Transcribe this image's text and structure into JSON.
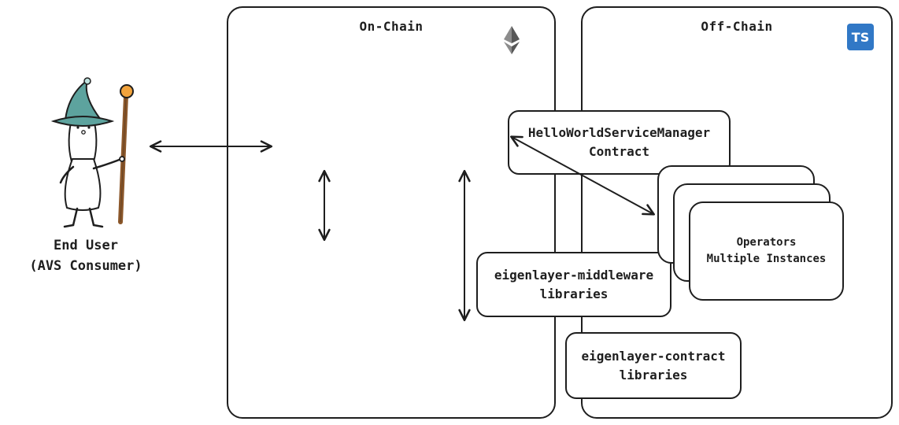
{
  "diagram": {
    "on_chain": {
      "title": "On-Chain"
    },
    "off_chain": {
      "title": "Off-Chain",
      "ts_badge": "TS"
    },
    "nodes": {
      "service_manager": {
        "label": "HelloWorldServiceManager\nContract"
      },
      "middleware": {
        "label": "eigenlayer-middleware\nlibraries"
      },
      "contracts": {
        "label": "eigenlayer-contract\nlibraries"
      },
      "operators": {
        "label": "Operators\nMultiple Instances"
      },
      "end_user": {
        "label": "End User\n(AVS Consumer)"
      }
    },
    "colors": {
      "stroke": "#1e1e1e",
      "typescript_blue": "#3178c6",
      "ethereum_gray_dark": "#575757",
      "ethereum_gray_light": "#8c8c8c",
      "wizard_hat_teal": "#5da39e",
      "staff_brown": "#8b572a",
      "orb_orange": "#f2a33c"
    }
  }
}
